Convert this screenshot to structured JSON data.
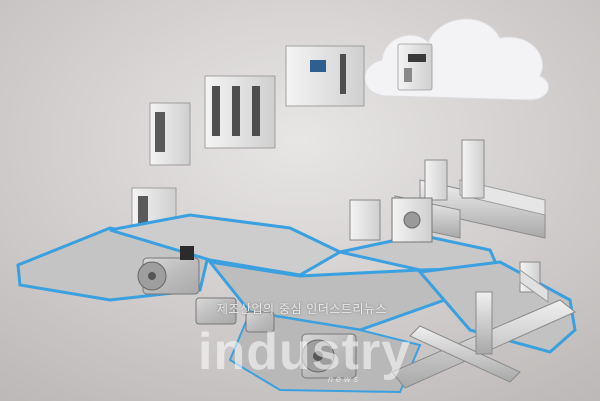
{
  "watermark": {
    "korean": "제조산업의 중심 인더스트리뉴스",
    "brand": "industry",
    "sub": "news"
  },
  "colors": {
    "background": "#cfcccb",
    "panel": "#c9c9c9",
    "accent_blue": "#3aa0e0",
    "cloud": "#f2f2f4"
  }
}
